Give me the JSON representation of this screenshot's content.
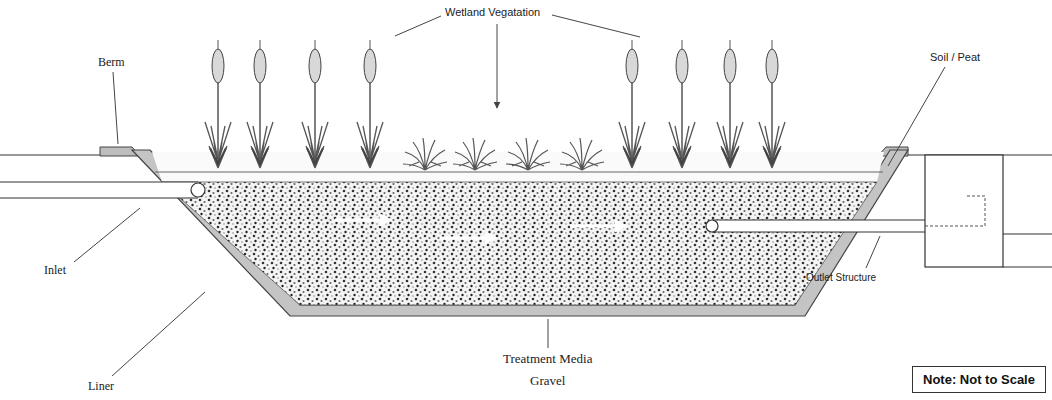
{
  "diagram": {
    "nodes": [
      {
        "text": [
          "Note: Not to Scale"
        ]
      }
    ],
    "labels": [
      "Wetland Vegatation",
      "Berm",
      "Soil / Peat",
      "Inlet",
      "Outlet Structure",
      "Liner",
      "Treatment Media",
      "Gravel"
    ]
  }
}
